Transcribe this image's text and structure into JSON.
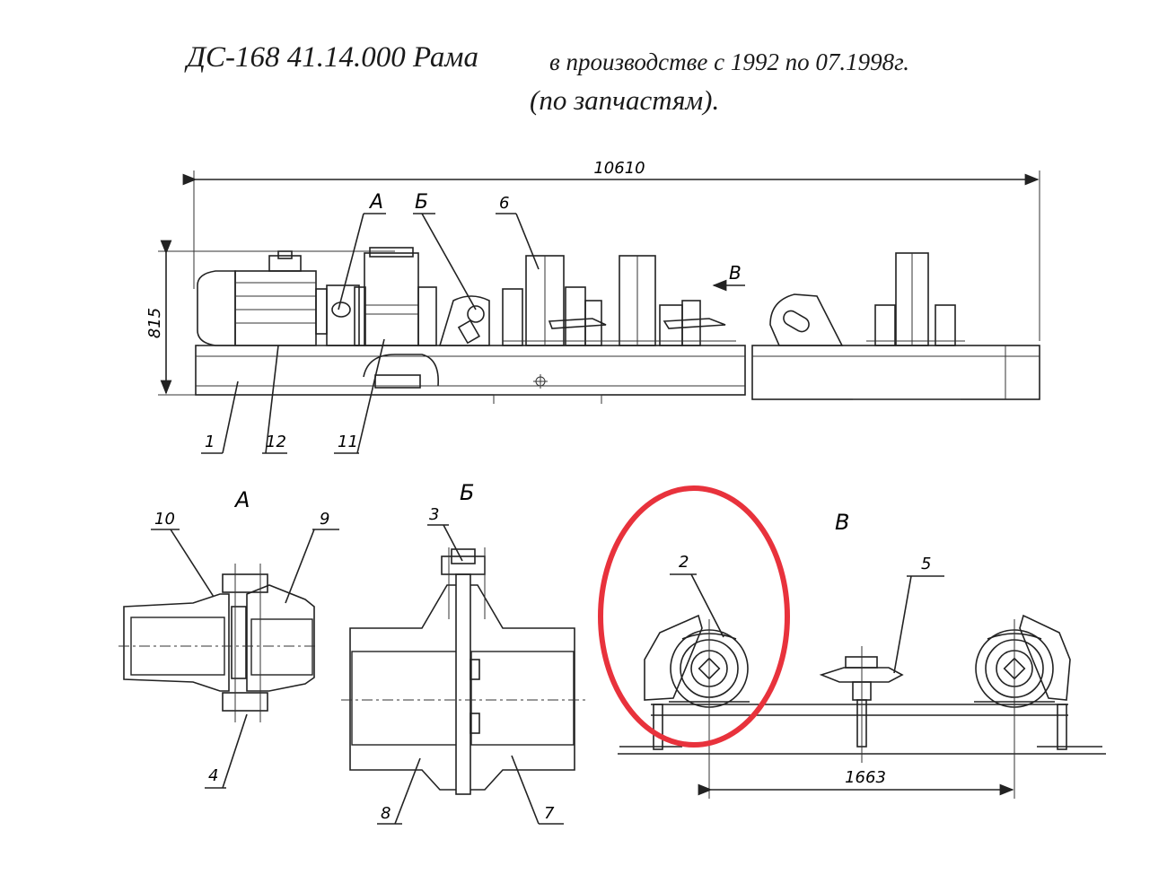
{
  "header": {
    "title_main": "ДС-168 41.14.000 Рама",
    "title_period": "в производстве с 1992 по 07.1998г.",
    "title_note": "(по запчастям)."
  },
  "main_view": {
    "dim_length": "10610",
    "dim_height": "815",
    "callout_a": "А",
    "callout_b": "Б",
    "callout_v": "В",
    "leaders": [
      "1",
      "12",
      "11",
      "6"
    ]
  },
  "view_a": {
    "title": "А",
    "leaders": [
      "10",
      "9",
      "4"
    ]
  },
  "view_b": {
    "title": "Б",
    "leaders": [
      "3",
      "8",
      "7"
    ]
  },
  "view_v": {
    "title": "В",
    "leaders": [
      "2",
      "5"
    ],
    "dim_span": "1663"
  },
  "highlight": {
    "color": "#e8323c",
    "target": "2"
  }
}
